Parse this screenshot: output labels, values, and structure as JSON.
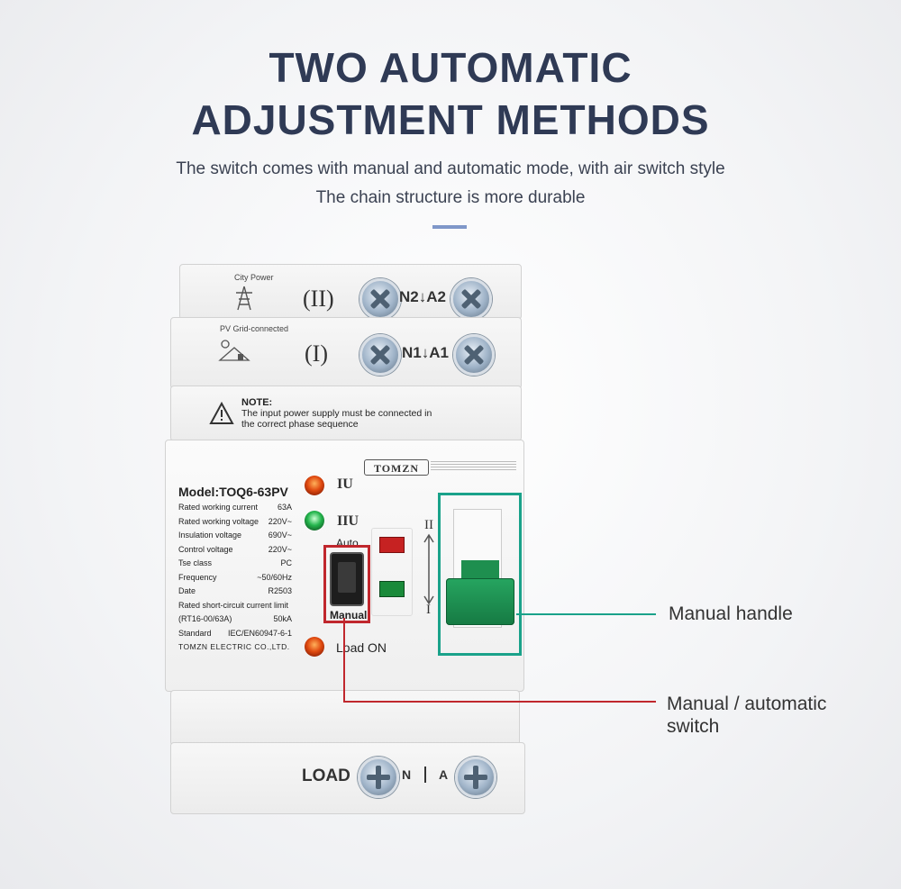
{
  "heading": {
    "line1": "TWO AUTOMATIC",
    "line2": "ADJUSTMENT METHODS"
  },
  "subtitle": {
    "line1": "The switch comes with manual and automatic mode, with air switch style",
    "line2": "The chain structure is more durable"
  },
  "device": {
    "top_plate": {
      "label": "City Power",
      "roman": "(II)",
      "terminal": "N2↓A2"
    },
    "mid_plate": {
      "label": "PV Grid-connected",
      "roman": "(I)",
      "terminal": "N1↓A1"
    },
    "note": {
      "title": "NOTE:",
      "line1": "The input power supply must be connected in",
      "line2": "the correct phase sequence"
    },
    "brand": "TOMZN",
    "model": "Model:TOQ6-63PV",
    "specs": [
      {
        "name": "Rated working current",
        "value": "63A"
      },
      {
        "name": "Rated working voltage",
        "value": "220V~"
      },
      {
        "name": "Insulation voltage",
        "value": "690V~"
      },
      {
        "name": "Control voltage",
        "value": "220V~"
      },
      {
        "name": "Tse class",
        "value": "PC"
      },
      {
        "name": "Frequency",
        "value": "~50/60Hz"
      },
      {
        "name": "Date",
        "value": "R2503"
      }
    ],
    "shortcircuit": {
      "line1": "Rated short-circuit current limit",
      "line2": "(RT16-00/63A)",
      "value": "50kA"
    },
    "standard": {
      "name": "Standard",
      "value": "IEC/EN60947-6-1"
    },
    "maker": "TOMZN ELECTRIC CO.,LTD.",
    "indicator_1": "IU",
    "indicator_2": "IIU",
    "auto_label": "Auto",
    "manual_label": "Manual",
    "load_on": "Load ON",
    "handle_top": "II",
    "handle_bottom": "I",
    "load_terminal": {
      "label": "LOAD",
      "n": "N",
      "a": "A"
    }
  },
  "callouts": {
    "handle": "Manual handle",
    "switch_line1": "Manual / automatic",
    "switch_line2": "switch"
  },
  "colors": {
    "accent": "#7f97c9",
    "title": "#2f3a55",
    "handle_green": "#1ea05a",
    "red_box": "#c0272d",
    "teal_line": "#1aa28a"
  }
}
